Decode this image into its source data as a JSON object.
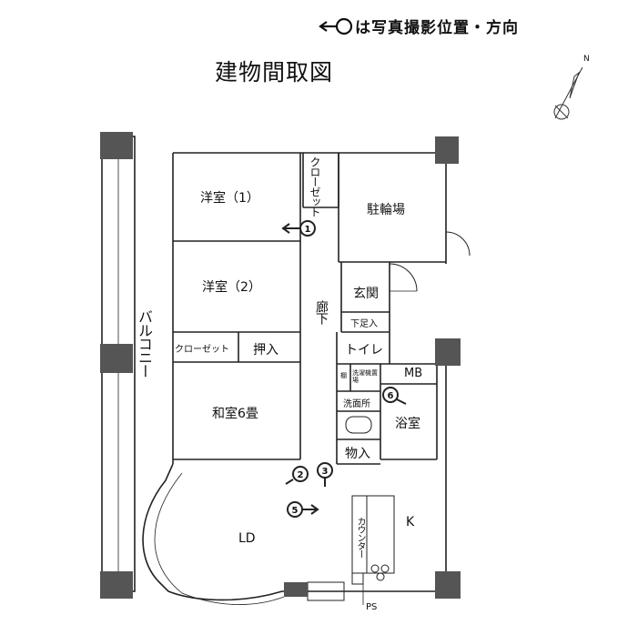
{
  "legend": {
    "text": "は写真撮影位置・方向"
  },
  "title": "建物間取図",
  "compass": {
    "north": "N"
  },
  "rooms": {
    "yoshitsu1": "洋室（1）",
    "yoshitsu2": "洋室（2）",
    "closet_top": "クローゼット",
    "closet_left": "クローゼット",
    "oshiire": "押入",
    "washitsu": "和室6畳",
    "chorinjo": "駐輪場",
    "genkan": "玄関",
    "shitaashi": "下足入",
    "rouka": "廊下",
    "toilet": "トイレ",
    "mb": "MB",
    "tana": "棚",
    "sentakuki": "洗濯機置場",
    "senmenjo": "洗面所",
    "yokushitsu": "浴室",
    "monoire": "物入",
    "balcony": "バルコニー",
    "ld": "LD",
    "k": "K",
    "counter": "カウンター",
    "ps": "PS"
  },
  "photo_markers": [
    "1",
    "2",
    "3",
    "5",
    "6"
  ]
}
